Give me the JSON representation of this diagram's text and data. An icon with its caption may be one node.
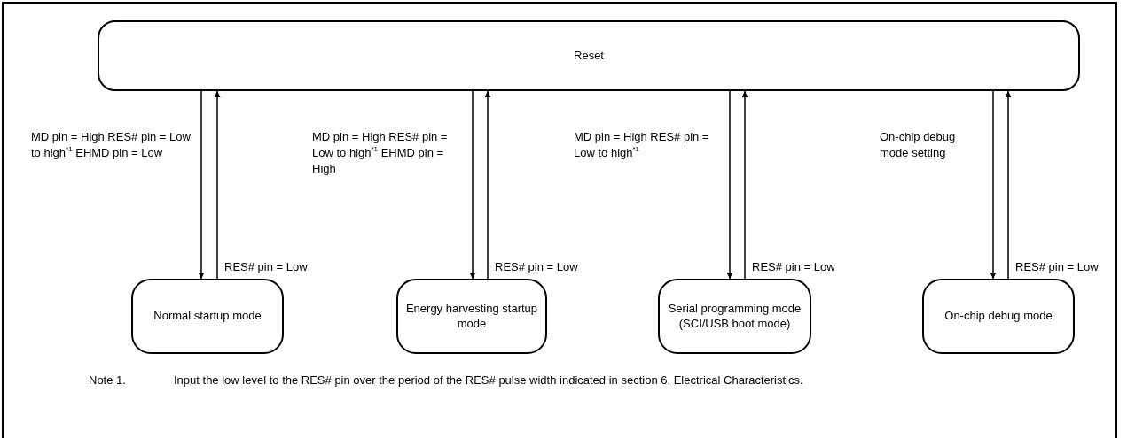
{
  "diagram": {
    "nodes": [
      {
        "text": [
          "Reset"
        ]
      },
      {
        "text": [
          "Normal startup mode"
        ]
      },
      {
        "text": [
          "Energy harvesting startup mode"
        ]
      },
      {
        "text": [
          "Serial programming mode (SCI/USB boot mode)"
        ]
      },
      {
        "text": [
          "On-chip debug mode"
        ]
      }
    ],
    "edges": [
      {
        "from": 0,
        "to": 1,
        "arrow": "to",
        "label": "MD pin = High RES# pin = Low to high$^{*1}$ EHMD pin = Low"
      },
      {
        "from": 1,
        "to": 0,
        "arrow": "to",
        "label": "RES# pin = Low"
      },
      {
        "from": 0,
        "to": 2,
        "arrow": "to",
        "label": "MD pin = High RES# pin = Low to high$^{*1}$ EHMD pin = High"
      },
      {
        "from": 2,
        "to": 0,
        "arrow": "to",
        "label": "RES# pin = Low"
      },
      {
        "from": 0,
        "to": 3,
        "arrow": "to",
        "label": "MD pin = High RES# pin = Low to high$^{*1}$"
      },
      {
        "from": 3,
        "to": 0,
        "arrow": "to",
        "label": "RES# pin = Low"
      },
      {
        "from": 0,
        "to": 4,
        "arrow": "to",
        "label": "On-chip debug mode setting"
      },
      {
        "from": 4,
        "to": 0,
        "arrow": "to",
        "label": "RES# pin = Low"
      }
    ],
    "labels": [
      "Note 1.",
      "Input the low level to the RES# pin over the period of the RES# pulse width indicated in section 6, Electrical Characteristics."
    ]
  }
}
